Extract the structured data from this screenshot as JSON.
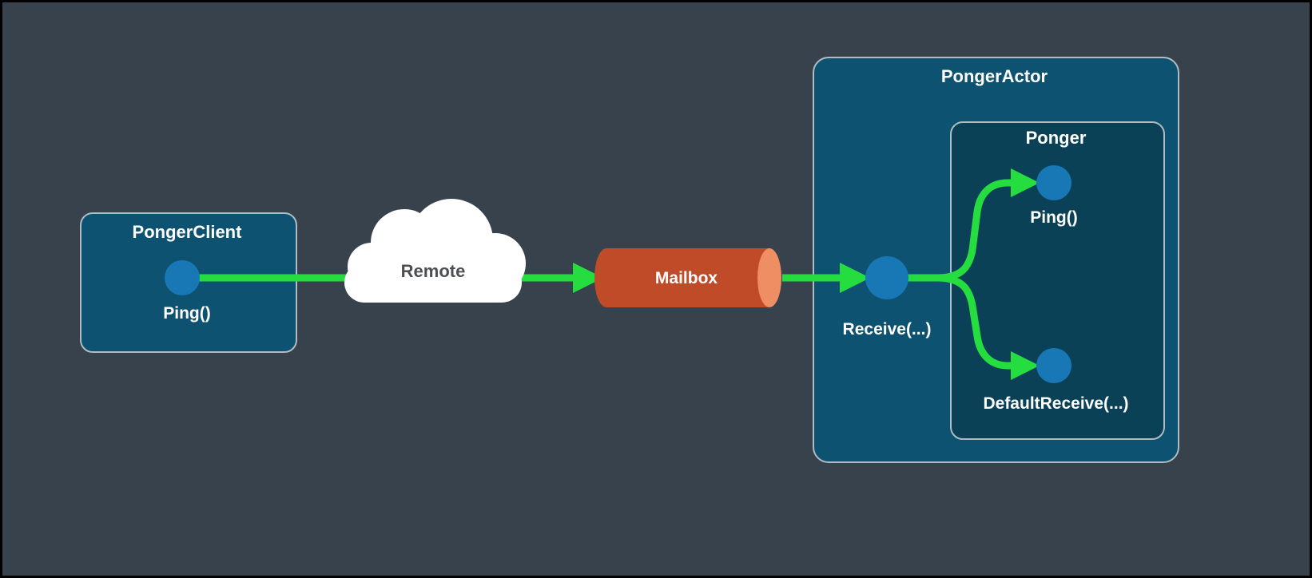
{
  "diagram": {
    "client_box": {
      "title": "PongerClient",
      "method_label": "Ping()"
    },
    "cloud": {
      "label": "Remote"
    },
    "mailbox": {
      "label": "Mailbox"
    },
    "actor_box": {
      "title": "PongerActor",
      "receive_label": "Receive(...)",
      "inner_box": {
        "title": "Ponger",
        "ping_label": "Ping()",
        "default_receive_label": "DefaultReceive(...)"
      }
    },
    "colors": {
      "background": "#38424c",
      "box_fill": "#0d5270",
      "inner_box_fill": "#0a4156",
      "box_border": "#aebcc4",
      "node_blue": "#1878b6",
      "arrow_green": "#26dd40",
      "mailbox_body": "#c04b28",
      "mailbox_cap": "#ee8e62",
      "cloud_white": "#ffffff",
      "cloud_text": "#4a5056"
    }
  }
}
